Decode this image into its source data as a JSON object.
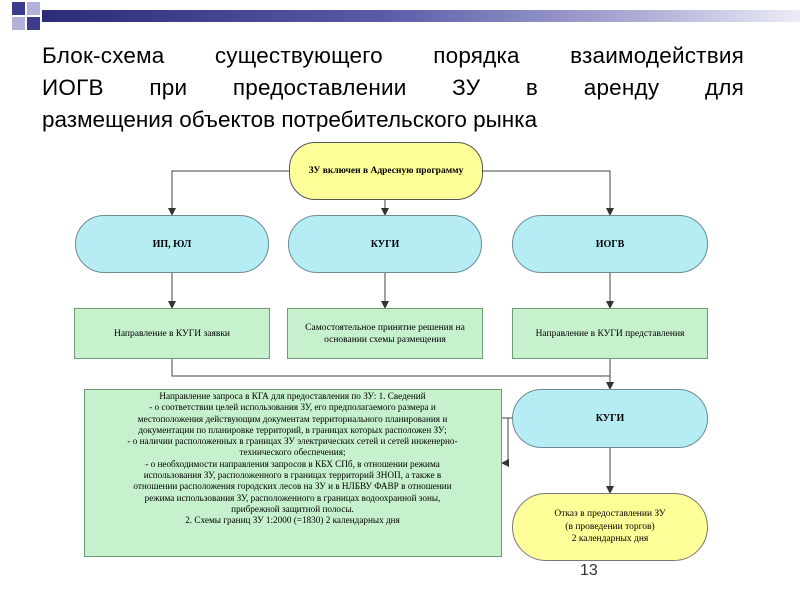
{
  "slide": {
    "title_lines": [
      "Блок-схема существующего порядка взаимодействия",
      "ИОГВ при предоставлении ЗУ в аренду для",
      "размещения объектов потребительского рынка"
    ],
    "page_number": "13"
  },
  "colors": {
    "title_bar": "#4b4b9c",
    "yellow": "#ffff99",
    "cyan": "#b6ecf4",
    "green": "#c6f1cc"
  },
  "flowchart": {
    "top": "ЗУ включен в Адресную программу",
    "row1": [
      "ИП, ЮЛ",
      "КУГИ",
      "ИОГВ"
    ],
    "row2": [
      "Направление в КУГИ заявки",
      "Самостоятельное принятие решения на основании схемы размещения",
      "Направление в КУГИ представления"
    ],
    "request_lines": [
      "Направление запроса в КГА для  предоставления  по ЗУ: 1. Сведений",
      "- о соответствии целей использования ЗУ, его предполагаемого размера и",
      "местоположения действующим документам территориального планирования и",
      "документации по планировке территорий, в границах которых расположен ЗУ;",
      "- о наличии расположенных в границах ЗУ электрических сетей и сетей инженерно-",
      "технического обеспечения;",
      "- о необходимости направления запросов в КБХ СПб,  в отношении режима",
      "использования ЗУ, расположенного в границах территорий ЗНОП, а также в",
      "отношении расположения городских лесов на ЗУ и в НЛБВУ ФАВР в отношении",
      "режима использования ЗУ, расположенного в границах водоохранной зоны,",
      "прибрежной защитной полосы.",
      "2. Схемы границ ЗУ 1:2000 (=1830) 2 календарных дня"
    ],
    "kugi2": "КУГИ",
    "refusal_lines": [
      "Отказ в предоставлении ЗУ",
      "(в проведении торгов)",
      "2 календарных дня"
    ]
  }
}
